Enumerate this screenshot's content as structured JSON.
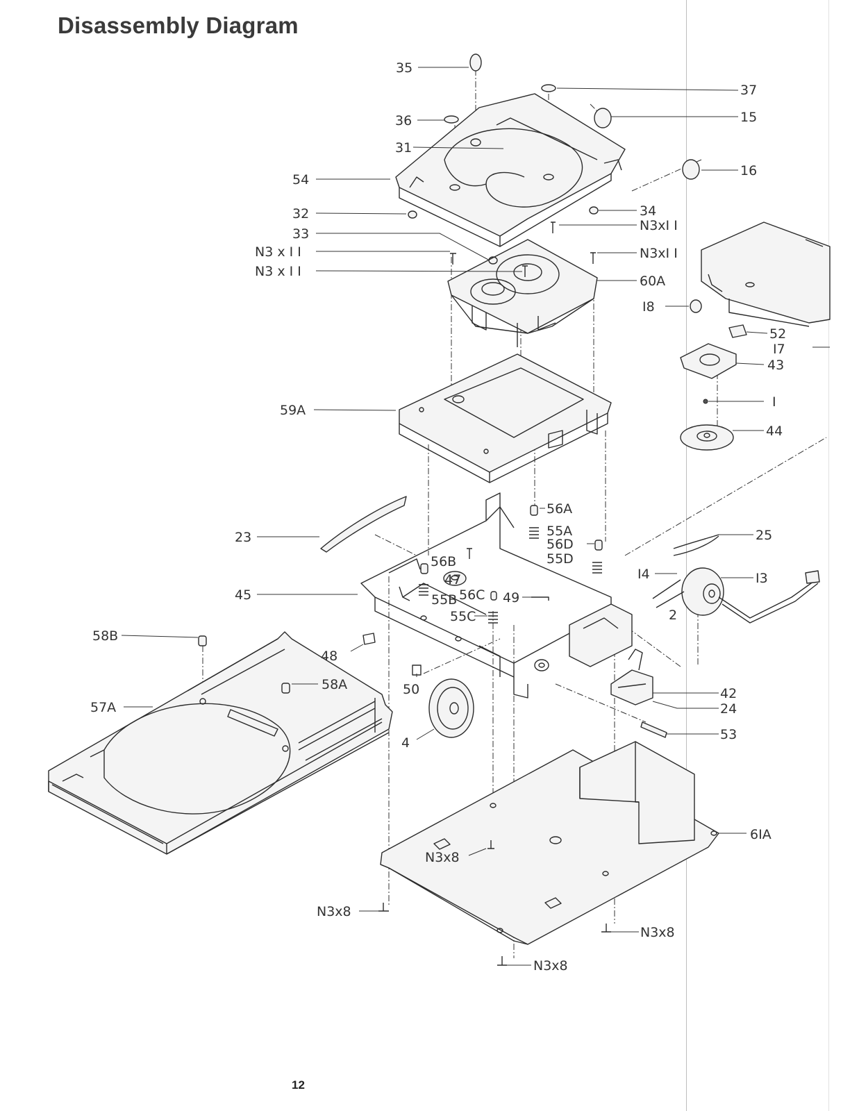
{
  "title": "Disassembly Diagram",
  "page_number": "12",
  "callouts": {
    "p35": "35",
    "p37": "37",
    "p36": "36",
    "p15": "15",
    "p31": "31",
    "p16": "16",
    "p54": "54",
    "p32": "32",
    "p34": "34",
    "p33": "33",
    "n3x11_a": "N3 x I I",
    "n3x11_b": "N3 x I I",
    "n3x11_c": "N3xI I",
    "n3x11_d": "N3xI I",
    "p60A": "60A",
    "p18": "I8",
    "p52": "52",
    "p17": "I7",
    "p43": "43",
    "p59A": "59A",
    "p1": "I",
    "p44": "44",
    "p56A": "56A",
    "p55A": "55A",
    "p56D": "56D",
    "p55D": "55D",
    "p23": "23",
    "p25": "25",
    "p56B": "56B",
    "p47": "47",
    "p14": "I4",
    "p13": "I3",
    "p45": "45",
    "p55B": "55B",
    "p56C": "56C",
    "p49": "49",
    "p55C": "55C",
    "p2": "2",
    "p58B": "58B",
    "p48": "48",
    "p58A": "58A",
    "p50": "50",
    "p42": "42",
    "p24": "24",
    "p57A": "57A",
    "p4": "4",
    "p53": "53",
    "p61A": "6IA",
    "n3x8_a": "N3x8",
    "n3x8_b": "N3x8",
    "n3x8_c": "N3x8",
    "n3x8_d": "N3x8"
  }
}
